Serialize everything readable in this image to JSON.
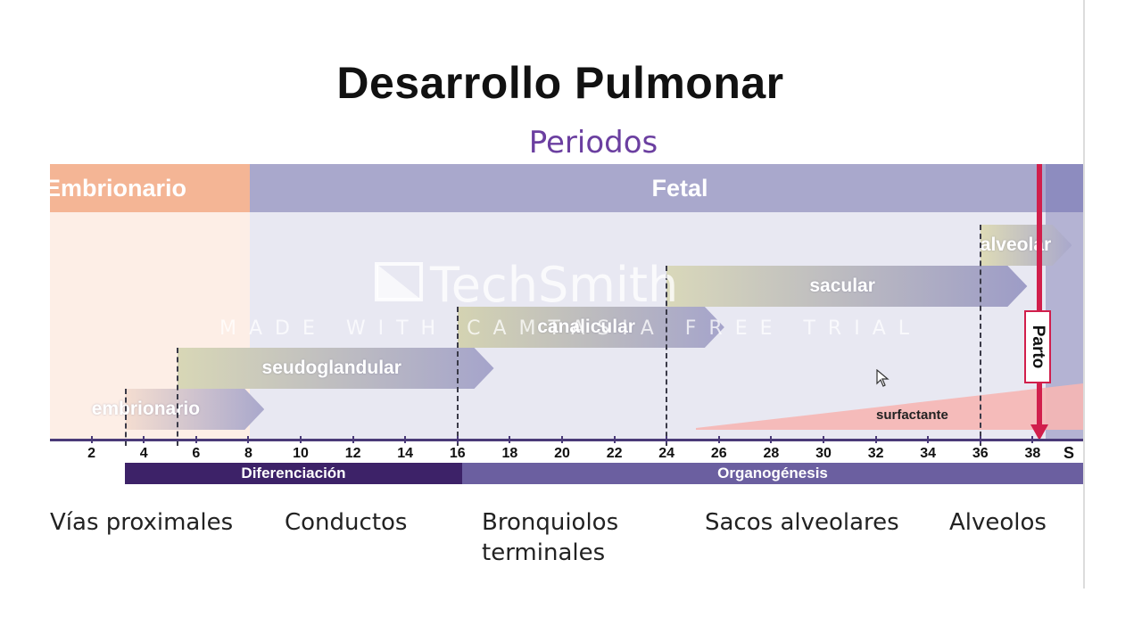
{
  "title": "Desarrollo Pulmonar",
  "subtitle": "Periodos",
  "periods": [
    {
      "label": "Embrionario",
      "from_week": 0,
      "to_week": 8
    },
    {
      "label": "Fetal",
      "from_week": 8,
      "to_week": 38
    }
  ],
  "stages": [
    {
      "label": "embrionario",
      "from_week": 3.3,
      "to_week": 8.6,
      "row": 0
    },
    {
      "label": "seudoglandular",
      "from_week": 5.3,
      "to_week": 17.4,
      "row": 1
    },
    {
      "label": "canalicular",
      "from_week": 16,
      "to_week": 26.2,
      "row": 2
    },
    {
      "label": "sacular",
      "from_week": 24,
      "to_week": 37.8,
      "row": 3
    },
    {
      "label": "alveolar",
      "from_week": 36,
      "to_week": 39.5,
      "row": 4
    }
  ],
  "surfactant": {
    "label": "surfactante",
    "from_week": 25,
    "to_week": 39.5
  },
  "birth": {
    "label": "Parto",
    "week": 38
  },
  "dividers_weeks": [
    3.3,
    5.3,
    16,
    24,
    36
  ],
  "axis": {
    "ticks": [
      2,
      4,
      6,
      8,
      10,
      12,
      14,
      16,
      18,
      20,
      22,
      24,
      26,
      28,
      30,
      32,
      34,
      36,
      38
    ],
    "unit": "S"
  },
  "phases": [
    {
      "label": "Diferenciación",
      "from_week": 3.3,
      "to_week": 16
    },
    {
      "label": "Organogénesis",
      "from_week": 16,
      "to_week": 39.5
    }
  ],
  "structures": [
    {
      "label": "Vías proximales"
    },
    {
      "label": "Conductos"
    },
    {
      "label": "Bronquiolos terminales"
    },
    {
      "label": "Sacos alveolares"
    },
    {
      "label": "Alveolos"
    }
  ],
  "watermark": {
    "logo": "TechSmith",
    "text": "MADE WITH CAMTASIA FREE TRIAL"
  },
  "colors": {
    "embrionario_period": "#f4b595",
    "fetal_period": "#a9a8cc",
    "birth_line": "#d11f4c",
    "diferenciacion": "#3d2268",
    "organogenesis": "#6b5fa0",
    "subtitle": "#6b3fa0"
  }
}
